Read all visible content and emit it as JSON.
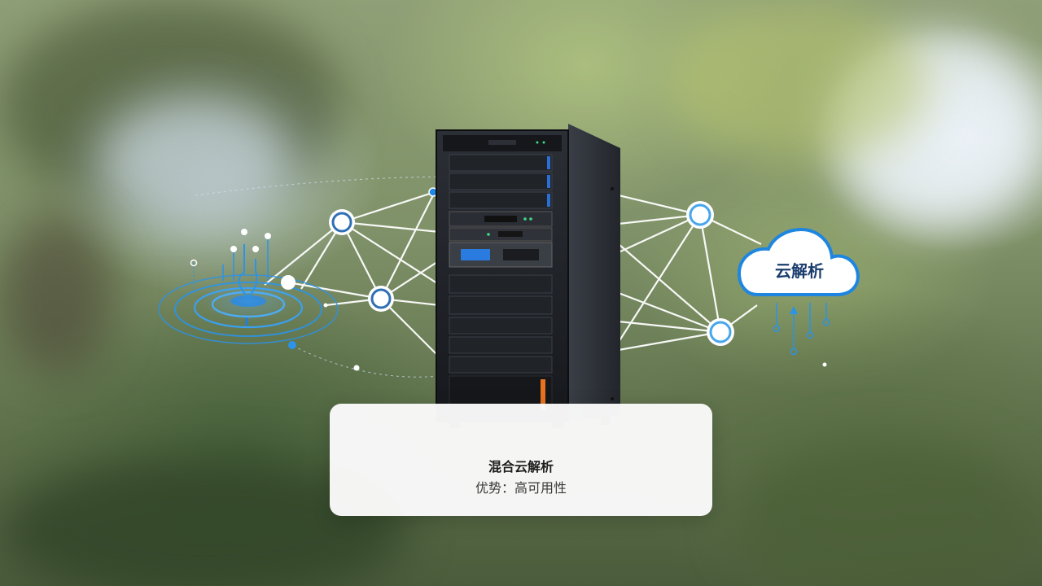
{
  "caption": {
    "title": "混合云解析",
    "subtitle": "优势：高可用性"
  },
  "cloud": {
    "label": "云解析"
  },
  "colors": {
    "accent_blue": "#1e88e5",
    "line_white": "#ffffff",
    "rack_dark": "#1c1f24",
    "rack_side": "#2a2e35",
    "panel_orange": "#e8731f",
    "panel_green": "#3ddc84",
    "card_bg": "#fafafa"
  },
  "icons": {
    "left": "signal-wave-icon",
    "right": "cloud-icon",
    "center": "server-rack-icon"
  }
}
